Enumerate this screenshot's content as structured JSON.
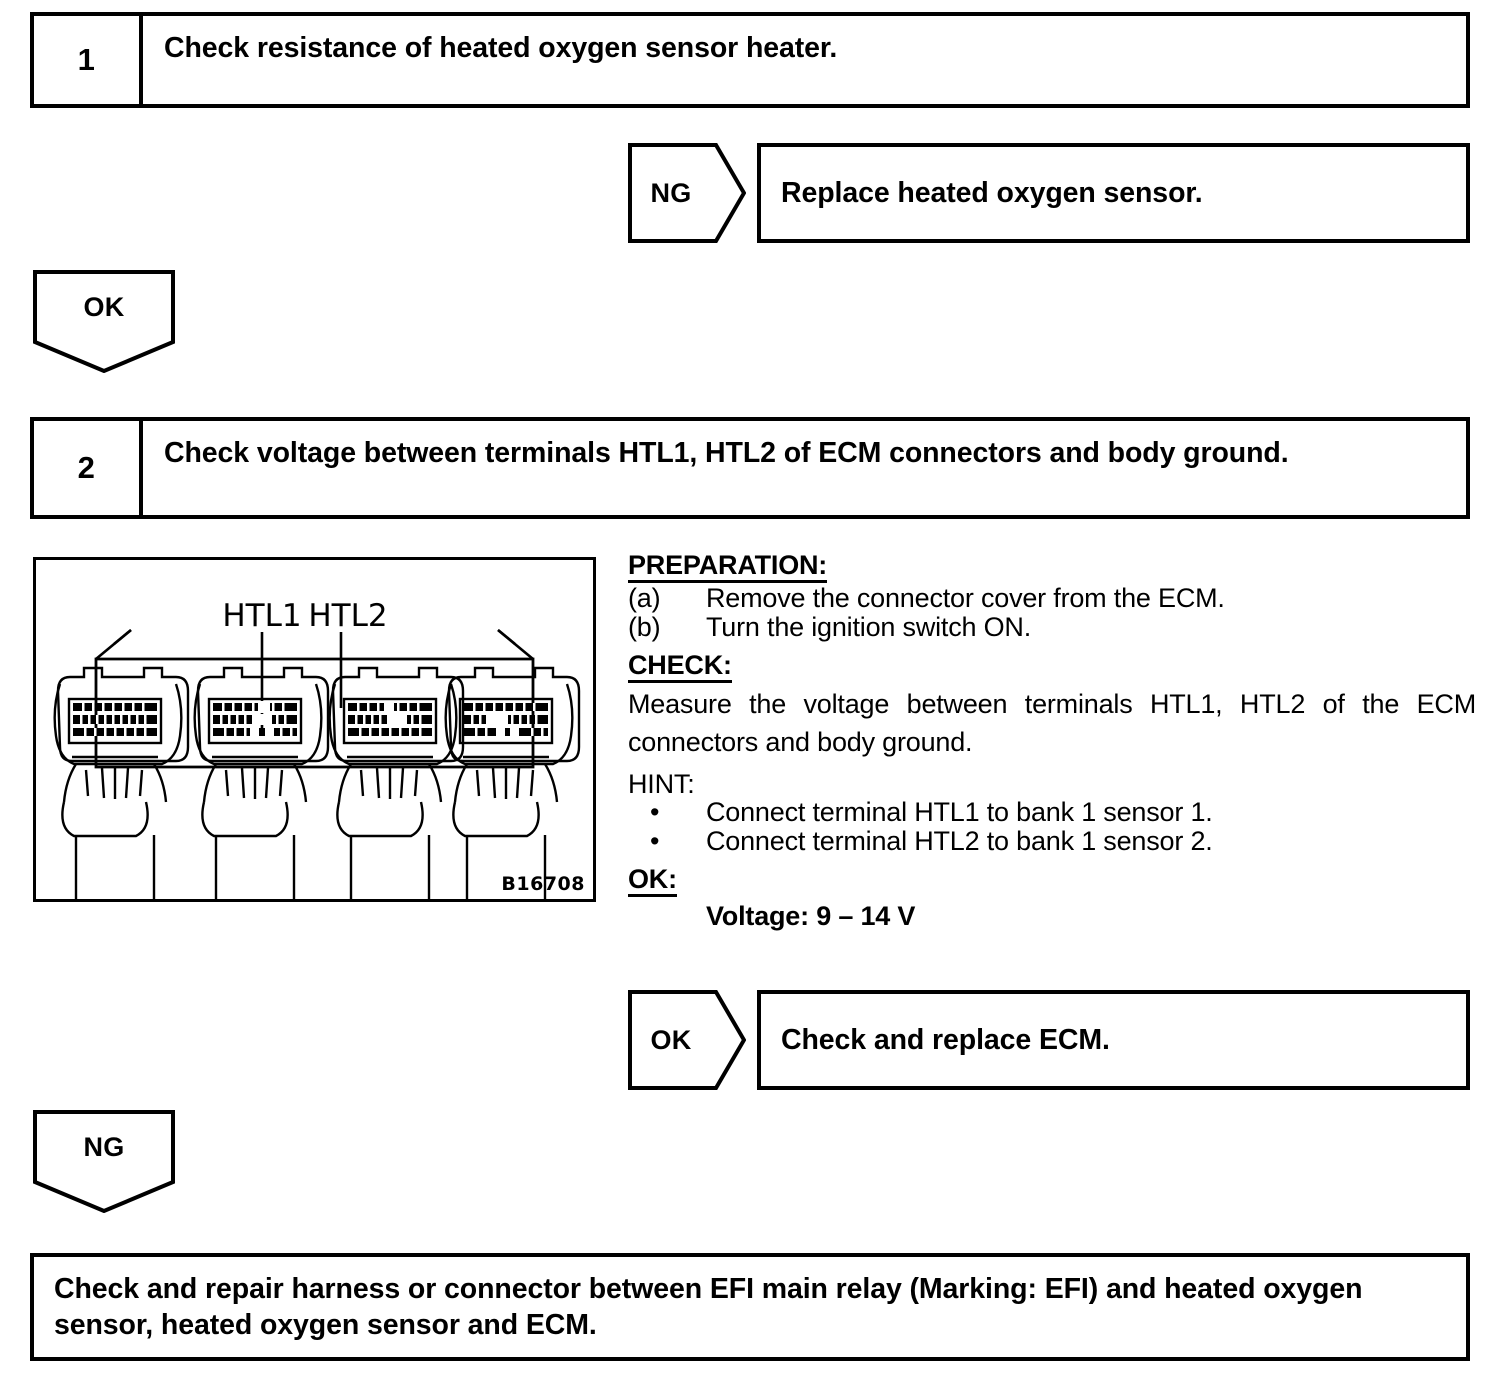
{
  "document": {
    "type": "diagnostic-flowchart",
    "title": "Heated Oxygen Sensor Heater Circuit Check"
  },
  "steps": [
    {
      "number": "1",
      "text": "Check resistance of heated oxygen sensor heater."
    },
    {
      "number": "2",
      "text": "Check voltage between terminals HTL1, HTL2 of ECM connectors and body ground."
    }
  ],
  "judgements": {
    "step1_ng": "NG",
    "step1_ok": "OK",
    "step2_ok": "OK",
    "step2_ng": "NG"
  },
  "results": {
    "step1_ng_action": "Replace heated oxygen sensor.",
    "step2_ok_action": "Check and replace ECM.",
    "final_action": "Check and repair harness or connector between EFI main relay (Marking: EFI) and heated oxygen sensor, heated oxygen sensor and ECM."
  },
  "figure": {
    "id": "B16708",
    "caption_labels": [
      "HTL1",
      "HTL2"
    ],
    "connector_count": 4,
    "description": "ECM connectors viewed with connector cover removed"
  },
  "procedure": {
    "preparation_header": "PREPARATION:",
    "preparation_items": [
      {
        "mark": "(a)",
        "text": "Remove the connector cover from the ECM."
      },
      {
        "mark": "(b)",
        "text": "Turn the ignition switch ON."
      }
    ],
    "check_header": "CHECK:",
    "check_text": "Measure the voltage between terminals HTL1, HTL2 of the ECM connectors and body ground.",
    "hint_header": "HINT:",
    "hint_items": [
      {
        "mark": "•",
        "text": "Connect terminal HTL1 to bank 1 sensor 1."
      },
      {
        "mark": "•",
        "text": "Connect terminal HTL2 to bank 1 sensor 2."
      }
    ],
    "ok_header": "OK:",
    "ok_spec": "Voltage: 9 – 14 V"
  },
  "colors": {
    "ink": "#000000",
    "paper": "#ffffff"
  }
}
